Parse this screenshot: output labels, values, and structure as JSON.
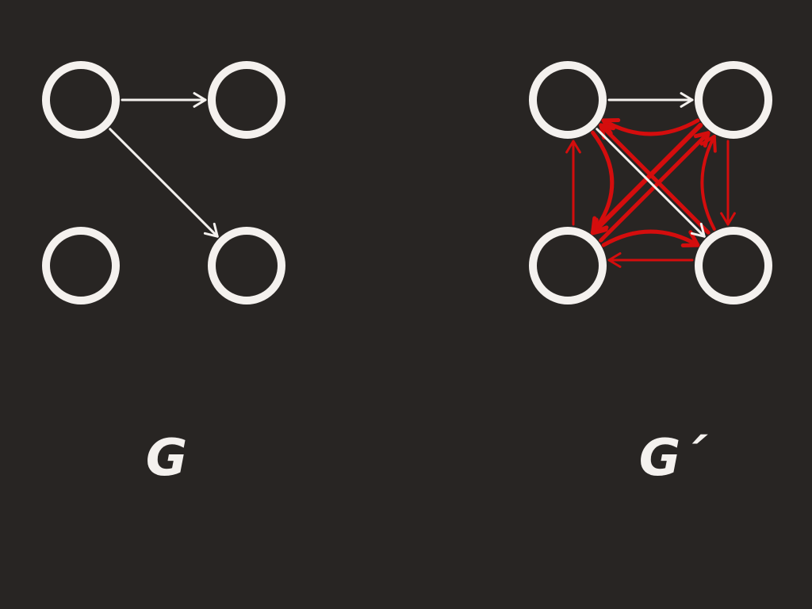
{
  "colors": {
    "background": "#282523",
    "node_and_original_edge": "#f4f1ee",
    "added_edge": "#d40d0d"
  },
  "graphs": [
    {
      "id": "g",
      "label": "G",
      "nodes": [
        "a",
        "b",
        "c",
        "d"
      ],
      "edges": [
        {
          "from": "a",
          "to": "b"
        },
        {
          "from": "a",
          "to": "d"
        }
      ]
    },
    {
      "id": "gp",
      "label": "G´",
      "nodes": [
        "a",
        "b",
        "c",
        "d"
      ],
      "edges": [
        {
          "from": "a",
          "to": "b"
        },
        {
          "from": "a",
          "to": "d"
        }
      ],
      "added_edges": [
        {
          "from": "b",
          "to": "a"
        },
        {
          "from": "b",
          "to": "d"
        },
        {
          "from": "d",
          "to": "b"
        },
        {
          "from": "b",
          "to": "c"
        },
        {
          "from": "c",
          "to": "b"
        },
        {
          "from": "d",
          "to": "a"
        },
        {
          "from": "c",
          "to": "a"
        },
        {
          "from": "a",
          "to": "c"
        },
        {
          "from": "d",
          "to": "c"
        },
        {
          "from": "c",
          "to": "d"
        }
      ]
    }
  ]
}
